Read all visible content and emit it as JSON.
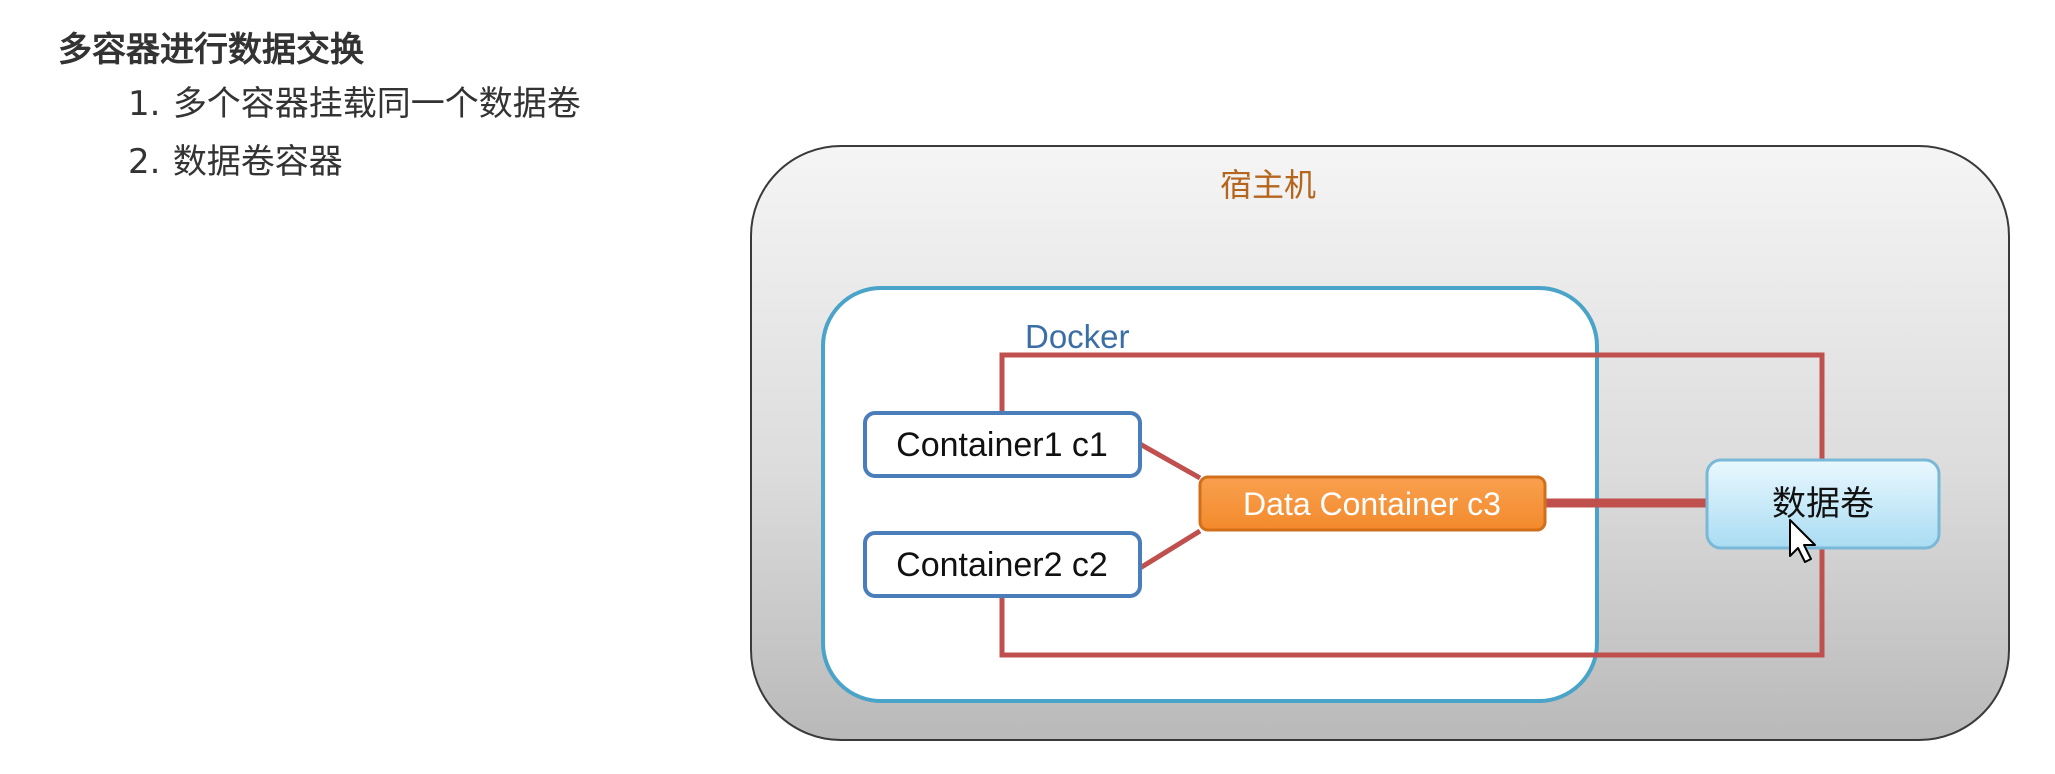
{
  "heading": "多容器进行数据交换",
  "items": [
    {
      "number": "1.",
      "text": "多个容器挂载同一个数据卷"
    },
    {
      "number": "2.",
      "text": "数据卷容器"
    }
  ],
  "diagram": {
    "host_label": "宿主机",
    "docker_label": "Docker",
    "container1_label": "Container1 c1",
    "container2_label": "Container2 c2",
    "data_container_label": "Data Container c3",
    "volume_label": "数据卷",
    "colors": {
      "host_fill_top": "#f5f5f5",
      "host_fill_bottom": "#b9b9b9",
      "host_label": "#b5651d",
      "docker_border": "#4aa3c8",
      "docker_label": "#3a6ea5",
      "container_border": "#4a7ebb",
      "data_container_fill": "#f7923a",
      "data_container_border": "#d26f1a",
      "volume_fill": "#bfe6f7",
      "volume_border": "#7ab8d8",
      "link_line": "#c0504d"
    }
  }
}
